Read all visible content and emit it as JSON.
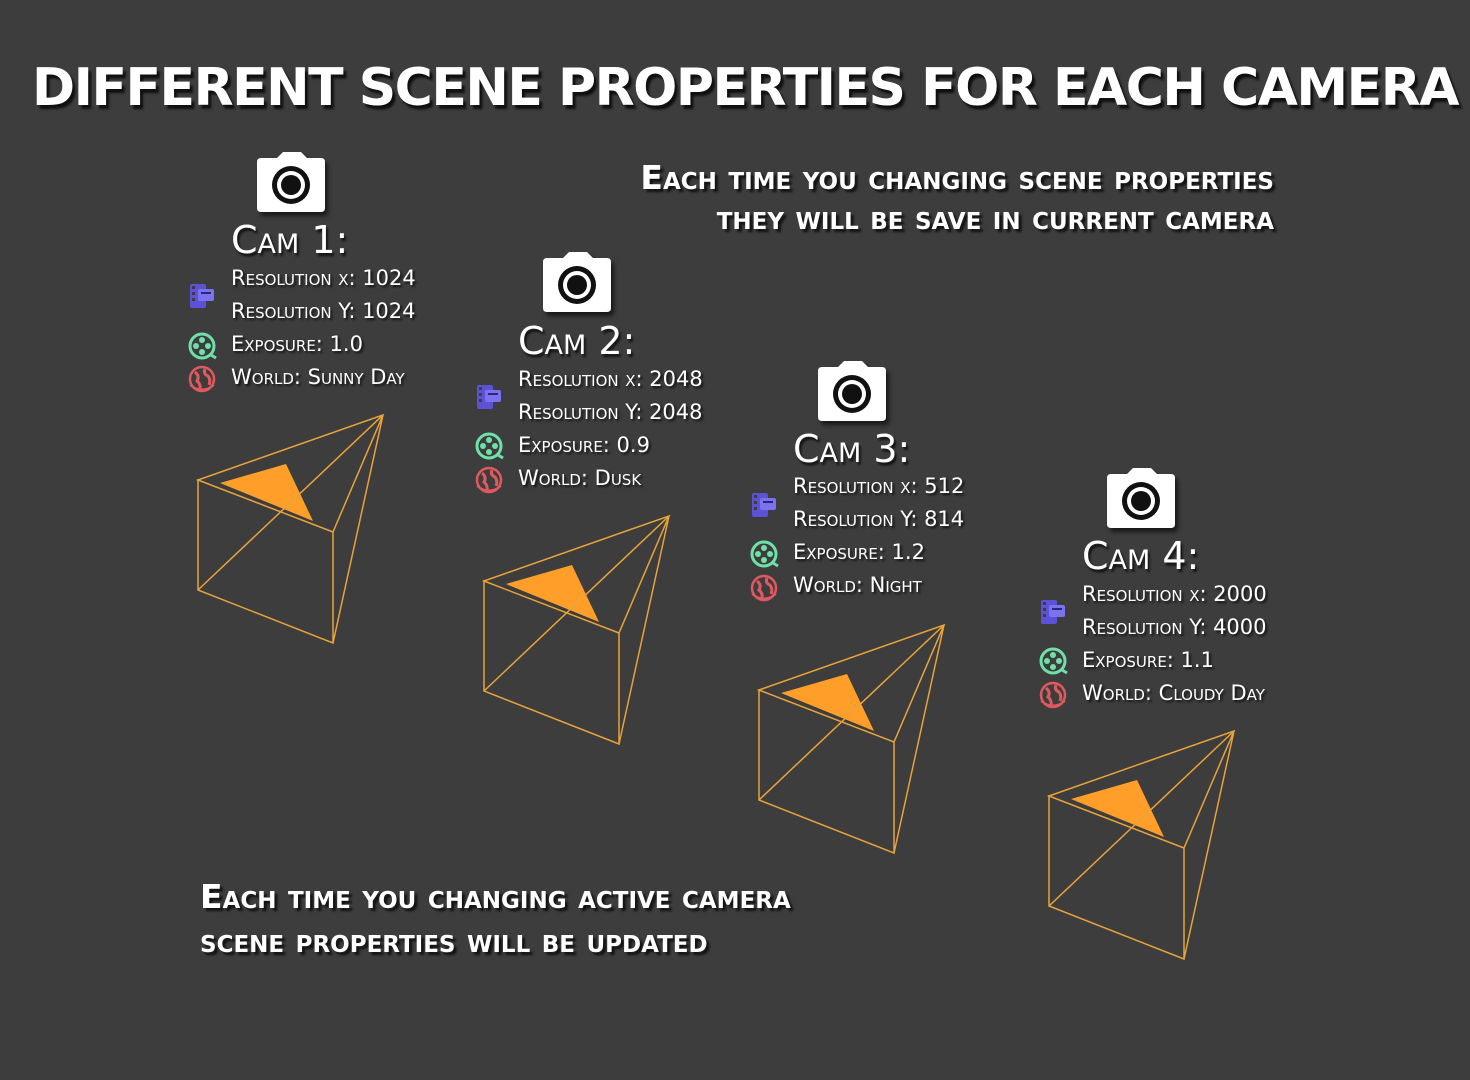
{
  "title": "DIFFERENT SCENE PROPERTIES FOR EACH CAMERA",
  "notes": {
    "top": [
      "Each time you changing scene properties",
      "they will be save in current camera"
    ],
    "bottom": [
      "Each time you changing active camera",
      "scene properties will be updated"
    ]
  },
  "icons": {
    "camera": "camera-icon",
    "resolution": "film-strip-icon",
    "exposure": "film-reel-icon",
    "world": "globe-icon"
  },
  "colors": {
    "background": "#3d3d3d",
    "resolution_icon": "#5b52d6",
    "exposure_icon": "#6fe0a8",
    "world_icon": "#e0595e",
    "frustum_line": "#e8a33a",
    "frustum_fill": "#ff9f2a"
  },
  "cameras": [
    {
      "title": "Cam 1:",
      "res_x": "Resolution x: 1024",
      "res_y": "Resolution Y: 1024",
      "exposure": "Exposure: 1.0",
      "world": "World: Sunny Day"
    },
    {
      "title": "Cam 2:",
      "res_x": "Resolution x: 2048",
      "res_y": "Resolution Y: 2048",
      "exposure": "Exposure: 0.9",
      "world": "World: Dusk"
    },
    {
      "title": "Cam 3:",
      "res_x": "Resolution x: 512",
      "res_y": "Resolution Y: 814",
      "exposure": "Exposure: 1.2",
      "world": "World: Night"
    },
    {
      "title": "Cam 4:",
      "res_x": "Resolution x: 2000",
      "res_y": "Resolution Y: 4000",
      "exposure": "Exposure: 1.1",
      "world": "World: Cloudy Day"
    }
  ]
}
